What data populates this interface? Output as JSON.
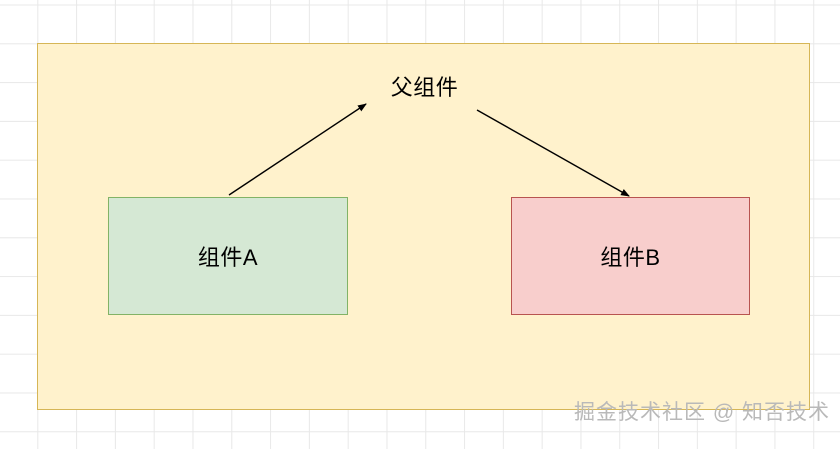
{
  "diagram": {
    "title": "父组件",
    "parent_container": {
      "label": "父组件",
      "fill_color": "#fff2cc",
      "border_color": "#d6b656"
    },
    "children": [
      {
        "label": "组件A",
        "fill_color": "#d5e8d4",
        "border_color": "#82b366"
      },
      {
        "label": "组件B",
        "fill_color": "#f8cecc",
        "border_color": "#b85450"
      }
    ],
    "arrows": [
      {
        "name": "arrow-a-to-parent",
        "from": "组件A",
        "to": "父组件",
        "direction": "up-right",
        "color": "#000000"
      },
      {
        "name": "arrow-parent-to-b",
        "from": "父组件",
        "to": "组件B",
        "direction": "down-right",
        "color": "#000000"
      }
    ]
  },
  "watermark": {
    "text": "掘金技术社区 @ 知否技术",
    "color": "#b9b9b9"
  },
  "canvas": {
    "background_color": "#ffffff",
    "grid_color": "#e8e8e8"
  }
}
